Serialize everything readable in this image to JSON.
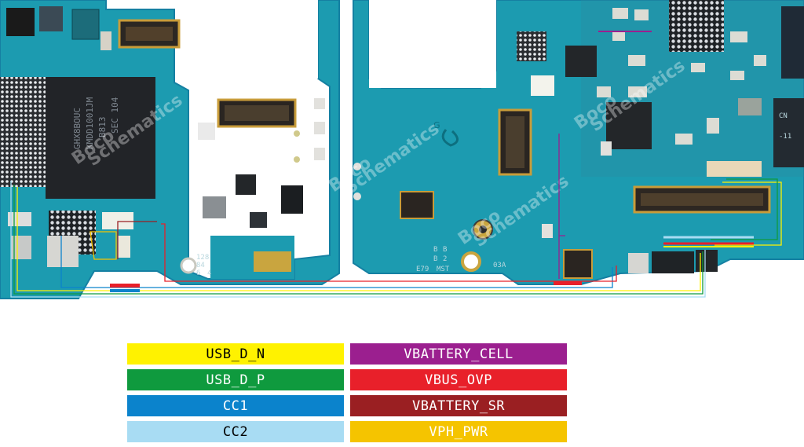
{
  "legend": {
    "items": [
      {
        "label": "USB_D_N",
        "color": "#fff200",
        "text_color": "#000000"
      },
      {
        "label": "VBATTERY_CELL",
        "color": "#9b1f8f",
        "text_color": "#ffffff"
      },
      {
        "label": "USB_D_P",
        "color": "#0f9a3e",
        "text_color": "#ffffff"
      },
      {
        "label": "VBUS_OVP",
        "color": "#e8202a",
        "text_color": "#ffffff"
      },
      {
        "label": "CC1",
        "color": "#0b83cc",
        "text_color": "#ffffff"
      },
      {
        "label": "VBATTERY_SR",
        "color": "#9a1f22",
        "text_color": "#ffffff"
      },
      {
        "label": "CC2",
        "color": "#a8dcf3",
        "text_color": "#000000"
      },
      {
        "label": "VPH_PWR",
        "color": "#f5c400",
        "text_color": "#ffffff"
      }
    ]
  },
  "board": {
    "left_pcb": {
      "chip_markings": [
        "SEC 104",
        "B813",
        "KMDD1001JM",
        "GHX8BOUC"
      ],
      "silkscreen": [
        "128",
        "84",
        "6",
        "4"
      ]
    },
    "right_pcb": {
      "silkscreen": [
        "B",
        "B",
        "E79",
        "MST",
        "B",
        "2",
        "03A"
      ],
      "chip_markings": [
        "CN",
        "-11"
      ]
    },
    "watermark": [
      "Boco",
      "Schematics"
    ]
  },
  "colors": {
    "pcb": "#1c9bb0",
    "pcb_dark": "#14798d",
    "gold": "#c89c3a"
  }
}
